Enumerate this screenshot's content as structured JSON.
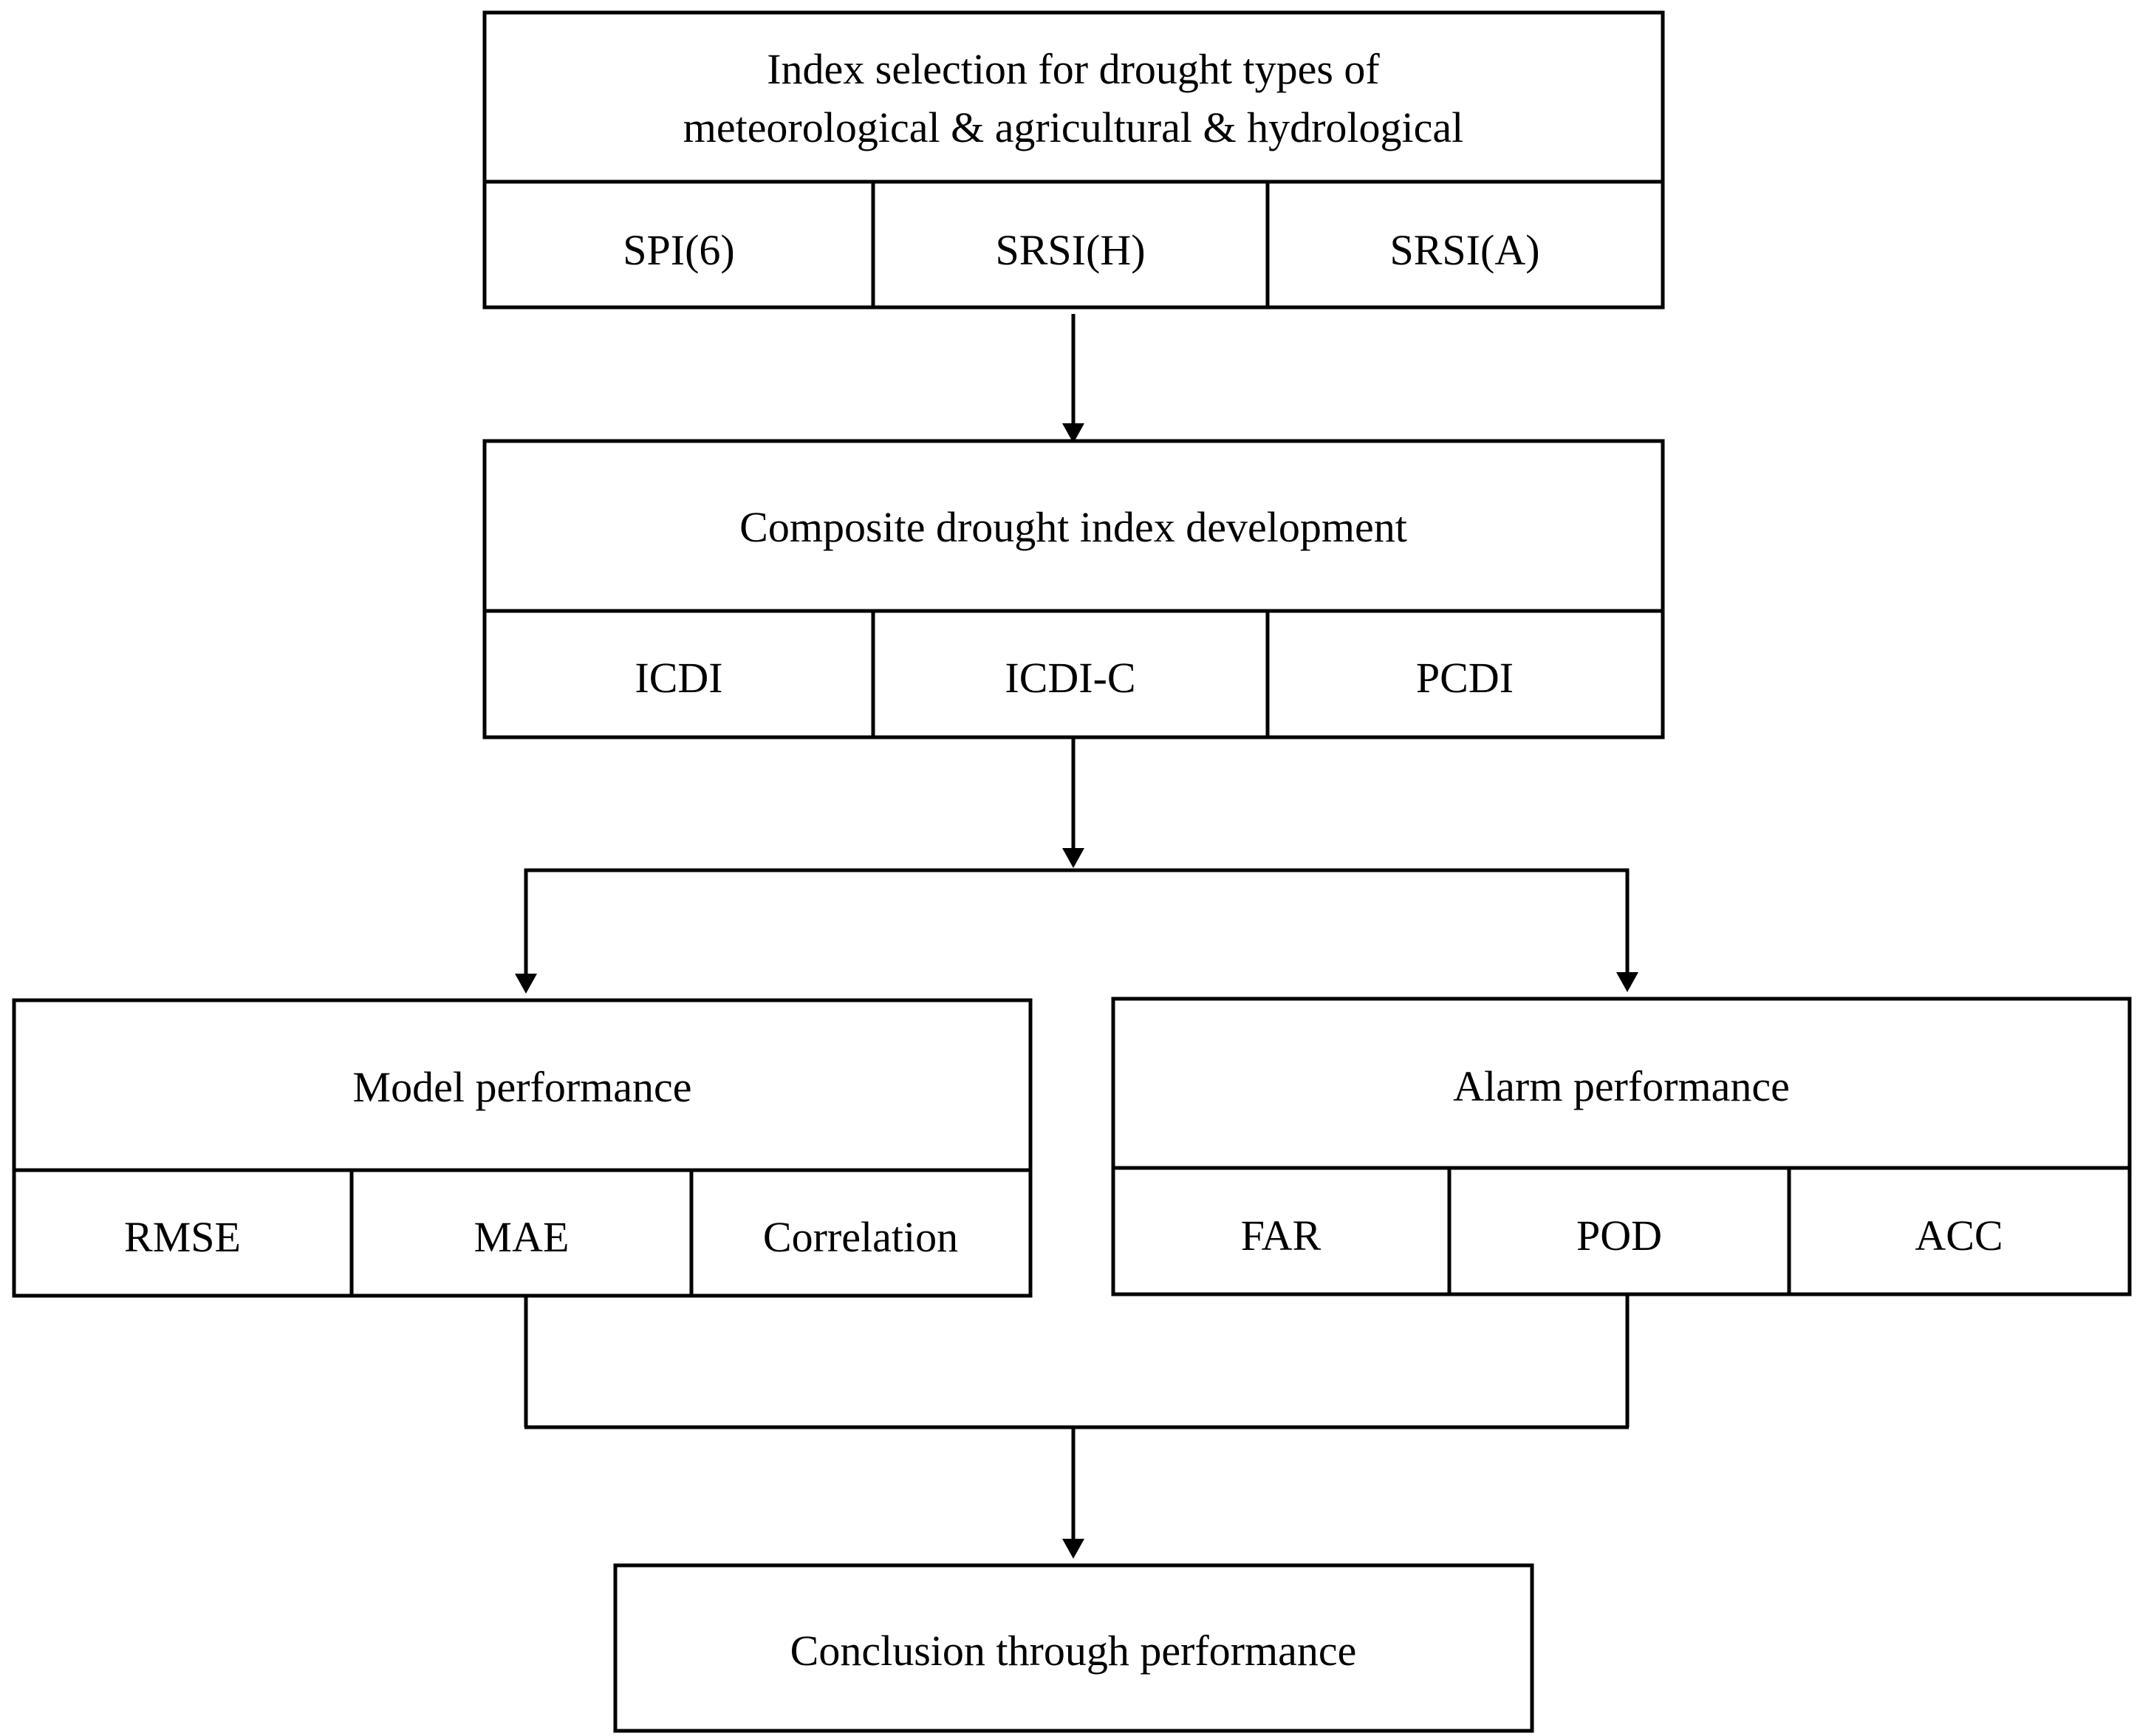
{
  "stage1": {
    "title_line1": "Index selection for drought types of",
    "title_line2": "meteorological & agricultural & hydrological",
    "items": [
      "SPI(6)",
      "SRSI(H)",
      "SRSI(A)"
    ]
  },
  "stage2": {
    "title": "Composite drought index development",
    "items": [
      "ICDI",
      "ICDI-C",
      "PCDI"
    ]
  },
  "model_performance": {
    "title": "Model performance",
    "items": [
      "RMSE",
      "MAE",
      "Correlation"
    ]
  },
  "alarm_performance": {
    "title": "Alarm performance",
    "items": [
      "FAR",
      "POD",
      "ACC"
    ]
  },
  "conclusion": {
    "title": "Conclusion through performance"
  }
}
